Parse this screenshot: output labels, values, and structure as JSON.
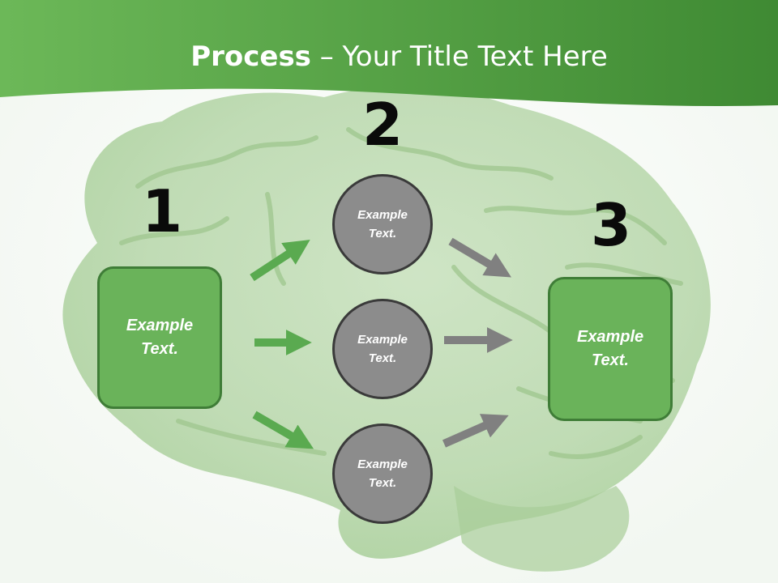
{
  "title": {
    "bold": "Process",
    "rest": " – Your Title Text Here"
  },
  "steps": {
    "one": "1",
    "two": "2",
    "three": "3"
  },
  "left_box": {
    "text": "Example\nText."
  },
  "right_box": {
    "text": "Example\nText."
  },
  "circles": [
    {
      "text": "Example\nText."
    },
    {
      "text": "Example\nText."
    },
    {
      "text": "Example\nText."
    }
  ],
  "colors": {
    "header_green": "#4e9a3f",
    "box_fill": "#6ab35a",
    "box_border": "#3f7d37",
    "circle_fill": "#8c8c8c",
    "green_arrow": "#5aaa50",
    "gray_arrow": "#808080"
  },
  "background_image": "grass-brain"
}
